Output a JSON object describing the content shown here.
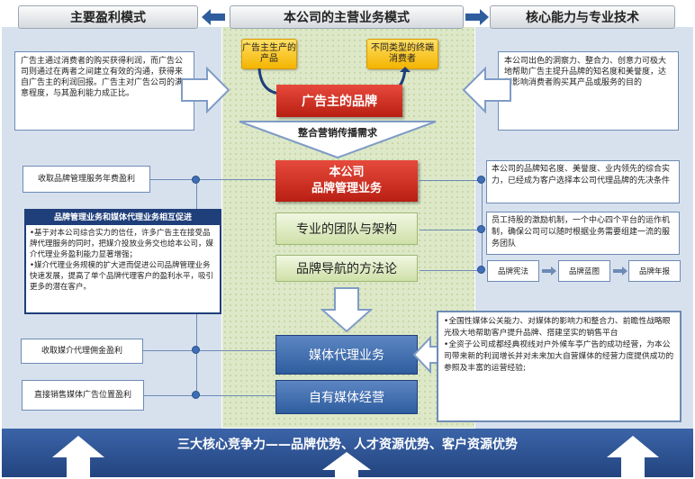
{
  "headers": {
    "left": "主要盈利模式",
    "center": "本公司的主营业务模式",
    "right": "核心能力与专业技术"
  },
  "left": {
    "intro": "广告主通过消费者的购买获得利润，而广告公司则通过在两者之间建立有效的沟通，获得来自广告主的利润回报。广告主对广告公司的满意程度，与其盈利能力成正比。",
    "brand_fee": "收取品牌管理服务年费盈利",
    "promo_title": "品牌管理业务和媒体代理业务相互促进",
    "promo_p1": "•基于对本公司综合实力的信任，许多广告主在接受品牌代理服务的同时，把媒介投放业务交也给本公司，媒介代理业务盈利能力显著增强；",
    "promo_p2": "•媒介代理业务规模的扩大进而促进公司品牌管理业务快速发展，提高了单个品牌代理客户的盈利水平，吸引更多的潜在客户。",
    "media_fee": "收取媒介代理佣金盈利",
    "ad_sales": "直接销售媒体广告位置盈利"
  },
  "center": {
    "advertiser_product": "广告主生产的产品",
    "consumers": "不同类型的终端消费者",
    "brand": "广告主的品牌",
    "demand": "整合营销传播需求",
    "brand_mgmt_line1": "本公司",
    "brand_mgmt_line2": "品牌管理业务",
    "team": "专业的团队与架构",
    "method": "品牌导航的方法论",
    "media_agency": "媒体代理业务",
    "own_media": "自有媒体经营"
  },
  "right": {
    "capability": "本公司出色的洞察力、整合力、创意力可极大地帮助广告主提升品牌的知名度和美誉度，达到影响消费者购买其产品或服务的目的",
    "brand_strength": "本公司的品牌知名度、美誉度、业内领先的综合实力，已经成为客户选择本公司代理品牌的先决条件",
    "team_desc": "员工持股的激励机制，一个中心四个平台的运作机制，确保公司可以随时根据业务需要组建一流的服务团队",
    "tools": [
      "品牌宪法",
      "品牌蓝图",
      "品牌年报"
    ],
    "media_p1": "•全国性媒体公关能力、对媒体的影响力和整合力、前瞻性战略眼光极大地帮助客户提升品牌、搭建坚实的销售平台",
    "media_p2": "•全资子公司成都经典视线对户外候车亭广告的成功经营，为本公司带来新的利润增长并对未来加大自营媒体的经营力度提供成功的参照及丰富的运营经验;"
  },
  "footer": "三大核心竞争力——品牌优势、人才资源优势、客户资源优势",
  "colors": {
    "navy": "#1f3f7a",
    "red": "#c62b1e",
    "gold": "#f4b400",
    "green_panel": "#dde8c8",
    "blue_panel": "#d7e1ee"
  }
}
